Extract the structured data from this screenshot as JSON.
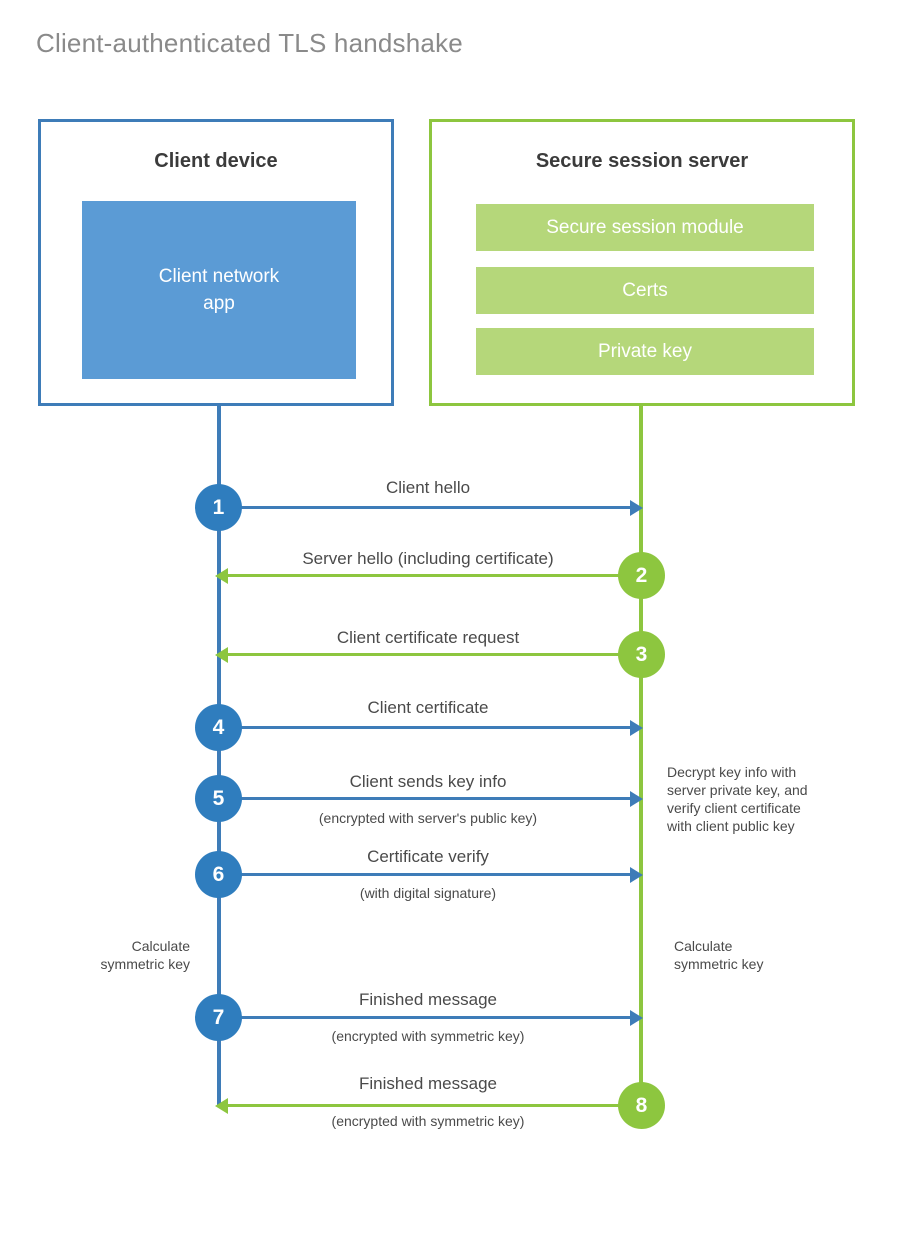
{
  "title": "Client-authenticated TLS handshake",
  "colors": {
    "client_blue": "#3E7CB8",
    "client_app_fill": "#5B9BD5",
    "server_green": "#8DC63F",
    "server_row_fill": "#B5D77A",
    "circle_blue": "#2F7DBE",
    "circle_green": "#8DC63F",
    "text_gray": "#4a4a4a",
    "title_gray": "#8a8a8a"
  },
  "client": {
    "title": "Client device",
    "app_label": "Client network\napp"
  },
  "server": {
    "title": "Secure session server",
    "rows": [
      {
        "label": "Secure session module"
      },
      {
        "label": "Certs"
      },
      {
        "label": "Private key"
      }
    ]
  },
  "steps": [
    {
      "number": "1",
      "label": "Client hello",
      "sublabel": "",
      "direction": "client-to-server",
      "color": "blue"
    },
    {
      "number": "2",
      "label": "Server hello (including certificate)",
      "sublabel": "",
      "direction": "server-to-client",
      "color": "green"
    },
    {
      "number": "3",
      "label": "Client certificate request",
      "sublabel": "",
      "direction": "server-to-client",
      "color": "green"
    },
    {
      "number": "4",
      "label": "Client certificate",
      "sublabel": "",
      "direction": "client-to-server",
      "color": "blue"
    },
    {
      "number": "5",
      "label": "Client sends key info",
      "sublabel": "(encrypted with server's public key)",
      "direction": "client-to-server",
      "color": "blue"
    },
    {
      "number": "6",
      "label": "Certificate verify",
      "sublabel": "(with digital signature)",
      "direction": "client-to-server",
      "color": "blue"
    },
    {
      "number": "7",
      "label": "Finished message",
      "sublabel": "(encrypted with symmetric key)",
      "direction": "client-to-server",
      "color": "blue"
    },
    {
      "number": "8",
      "label": "Finished message",
      "sublabel": "(encrypted with symmetric key)",
      "direction": "server-to-client",
      "color": "green"
    }
  ],
  "notes": {
    "server_decrypt": "Decrypt key info with\nserver private key, and\nverify client certificate\nwith client public key",
    "client_calculate": "Calculate\nsymmetric key",
    "server_calculate": "Calculate\nsymmetric key"
  },
  "chart_data": {
    "type": "sequence-diagram",
    "title": "Client-authenticated TLS handshake",
    "participants": [
      "Client device",
      "Secure session server"
    ],
    "messages": [
      {
        "step": 1,
        "from": "Client device",
        "to": "Secure session server",
        "label": "Client hello"
      },
      {
        "step": 2,
        "from": "Secure session server",
        "to": "Client device",
        "label": "Server hello (including certificate)"
      },
      {
        "step": 3,
        "from": "Secure session server",
        "to": "Client device",
        "label": "Client certificate request"
      },
      {
        "step": 4,
        "from": "Client device",
        "to": "Secure session server",
        "label": "Client certificate"
      },
      {
        "step": 5,
        "from": "Client device",
        "to": "Secure session server",
        "label": "Client sends key info",
        "note": "(encrypted with server's public key)"
      },
      {
        "step": 6,
        "from": "Client device",
        "to": "Secure session server",
        "label": "Certificate verify",
        "note": "(with digital signature)"
      },
      {
        "step": 7,
        "from": "Client device",
        "to": "Secure session server",
        "label": "Finished message",
        "note": "(encrypted with symmetric key)"
      },
      {
        "step": 8,
        "from": "Secure session server",
        "to": "Client device",
        "label": "Finished message",
        "note": "(encrypted with symmetric key)"
      }
    ]
  }
}
